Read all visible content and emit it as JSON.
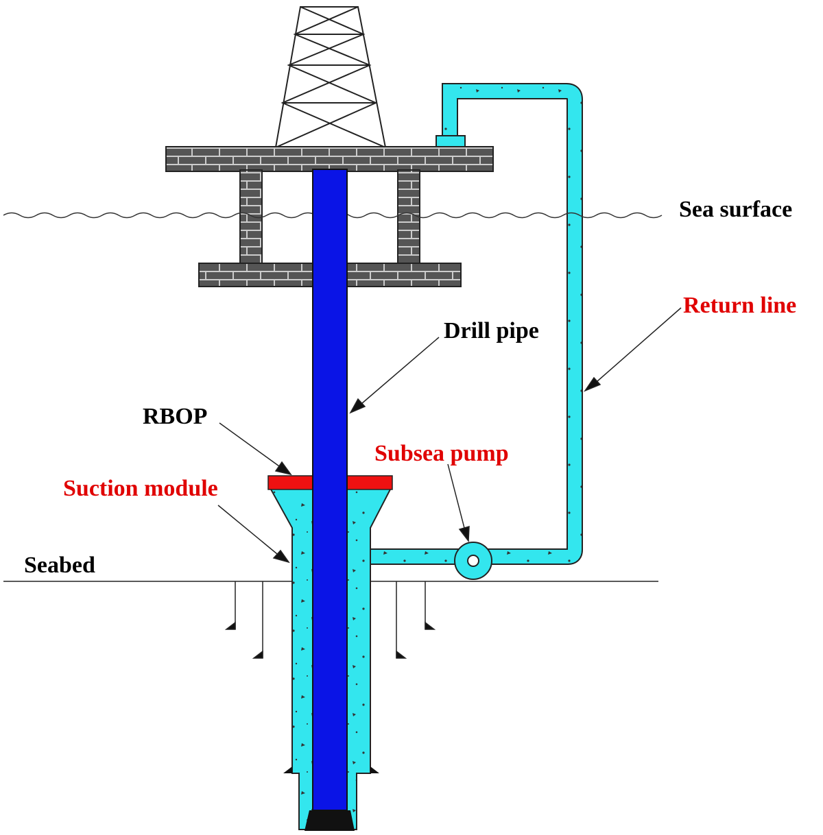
{
  "labels": {
    "sea_surface": "Sea surface",
    "return_line": "Return line",
    "drill_pipe": "Drill pipe",
    "rbop": "RBOP",
    "subsea_pump": "Subsea pump",
    "suction_module": "Suction module",
    "seabed": "Seabed"
  },
  "colors": {
    "label_black": "#000000",
    "label_red": "#e00000",
    "drill_pipe": "#0a14e6",
    "mud": "#33e6ee",
    "rbop": "#ee1111",
    "platform_brick": "#555555",
    "mortar": "#cccccc"
  }
}
